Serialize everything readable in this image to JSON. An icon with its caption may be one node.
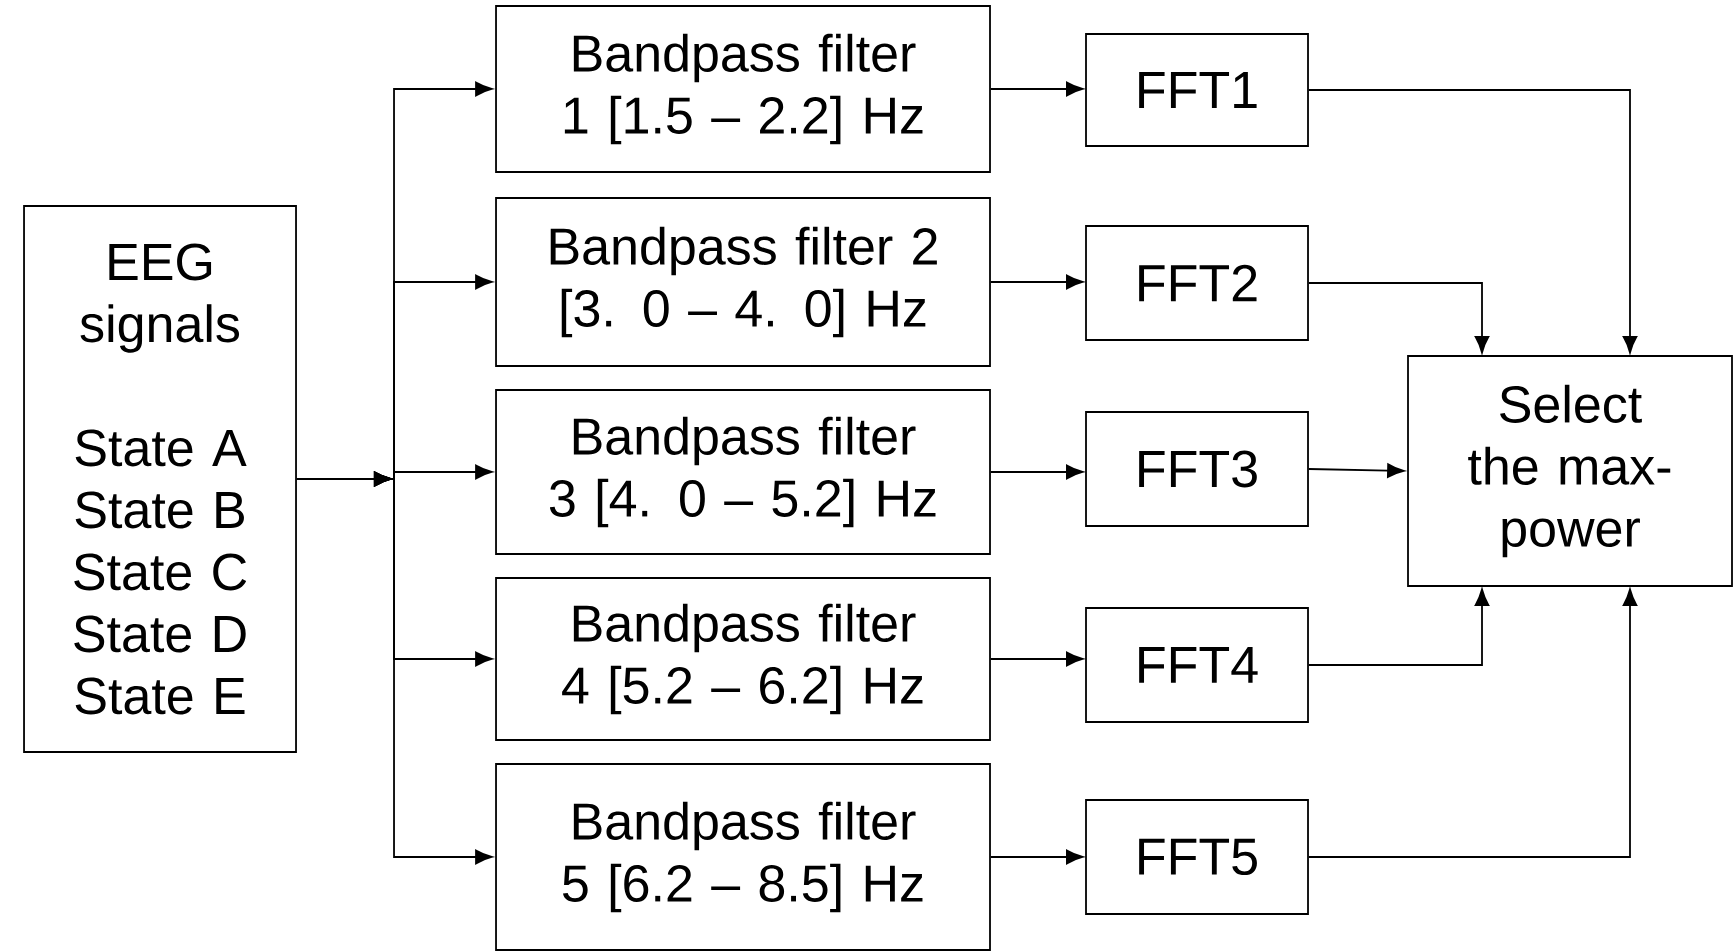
{
  "diagram": {
    "nodes": [
      {
        "text": [
          "EEG signals",
          "State A State B State C State D State E"
        ]
      },
      {
        "text": [
          "Bandpass filter 1 [1.5 – 2.2] Hz"
        ]
      },
      {
        "text": [
          "Bandpass filter 2 [3. 0 – 4. 0] Hz"
        ]
      },
      {
        "text": [
          "Bandpass filter 3 [4. 0 – 5.2] Hz"
        ]
      },
      {
        "text": [
          "Bandpass filter 4 [5.2 – 6.2] Hz"
        ]
      },
      {
        "text": [
          "Bandpass filter 5 [6.2 – 8.5] Hz"
        ]
      },
      {
        "text": [
          "FFT1"
        ]
      },
      {
        "text": [
          "FFT2"
        ]
      },
      {
        "text": [
          "FFT3"
        ]
      },
      {
        "text": [
          "FFT4"
        ]
      },
      {
        "text": [
          "FFT5"
        ]
      },
      {
        "text": [
          "Select the max-power"
        ]
      }
    ],
    "edges": [
      {
        "from": 0,
        "to": 1,
        "arrow": "to"
      },
      {
        "from": 0,
        "to": 2,
        "arrow": "to"
      },
      {
        "from": 0,
        "to": 3,
        "arrow": "to"
      },
      {
        "from": 0,
        "to": 4,
        "arrow": "to"
      },
      {
        "from": 0,
        "to": 5,
        "arrow": "to"
      },
      {
        "from": 1,
        "to": 6,
        "arrow": "to"
      },
      {
        "from": 2,
        "to": 7,
        "arrow": "to"
      },
      {
        "from": 3,
        "to": 8,
        "arrow": "to"
      },
      {
        "from": 4,
        "to": 9,
        "arrow": "to"
      },
      {
        "from": 5,
        "to": 10,
        "arrow": "to"
      },
      {
        "from": 6,
        "to": 11,
        "arrow": "to"
      },
      {
        "from": 7,
        "to": 11,
        "arrow": "to"
      },
      {
        "from": 8,
        "to": 11,
        "arrow": "to"
      },
      {
        "from": 9,
        "to": 11,
        "arrow": "to"
      },
      {
        "from": 10,
        "to": 11,
        "arrow": "to"
      }
    ]
  }
}
